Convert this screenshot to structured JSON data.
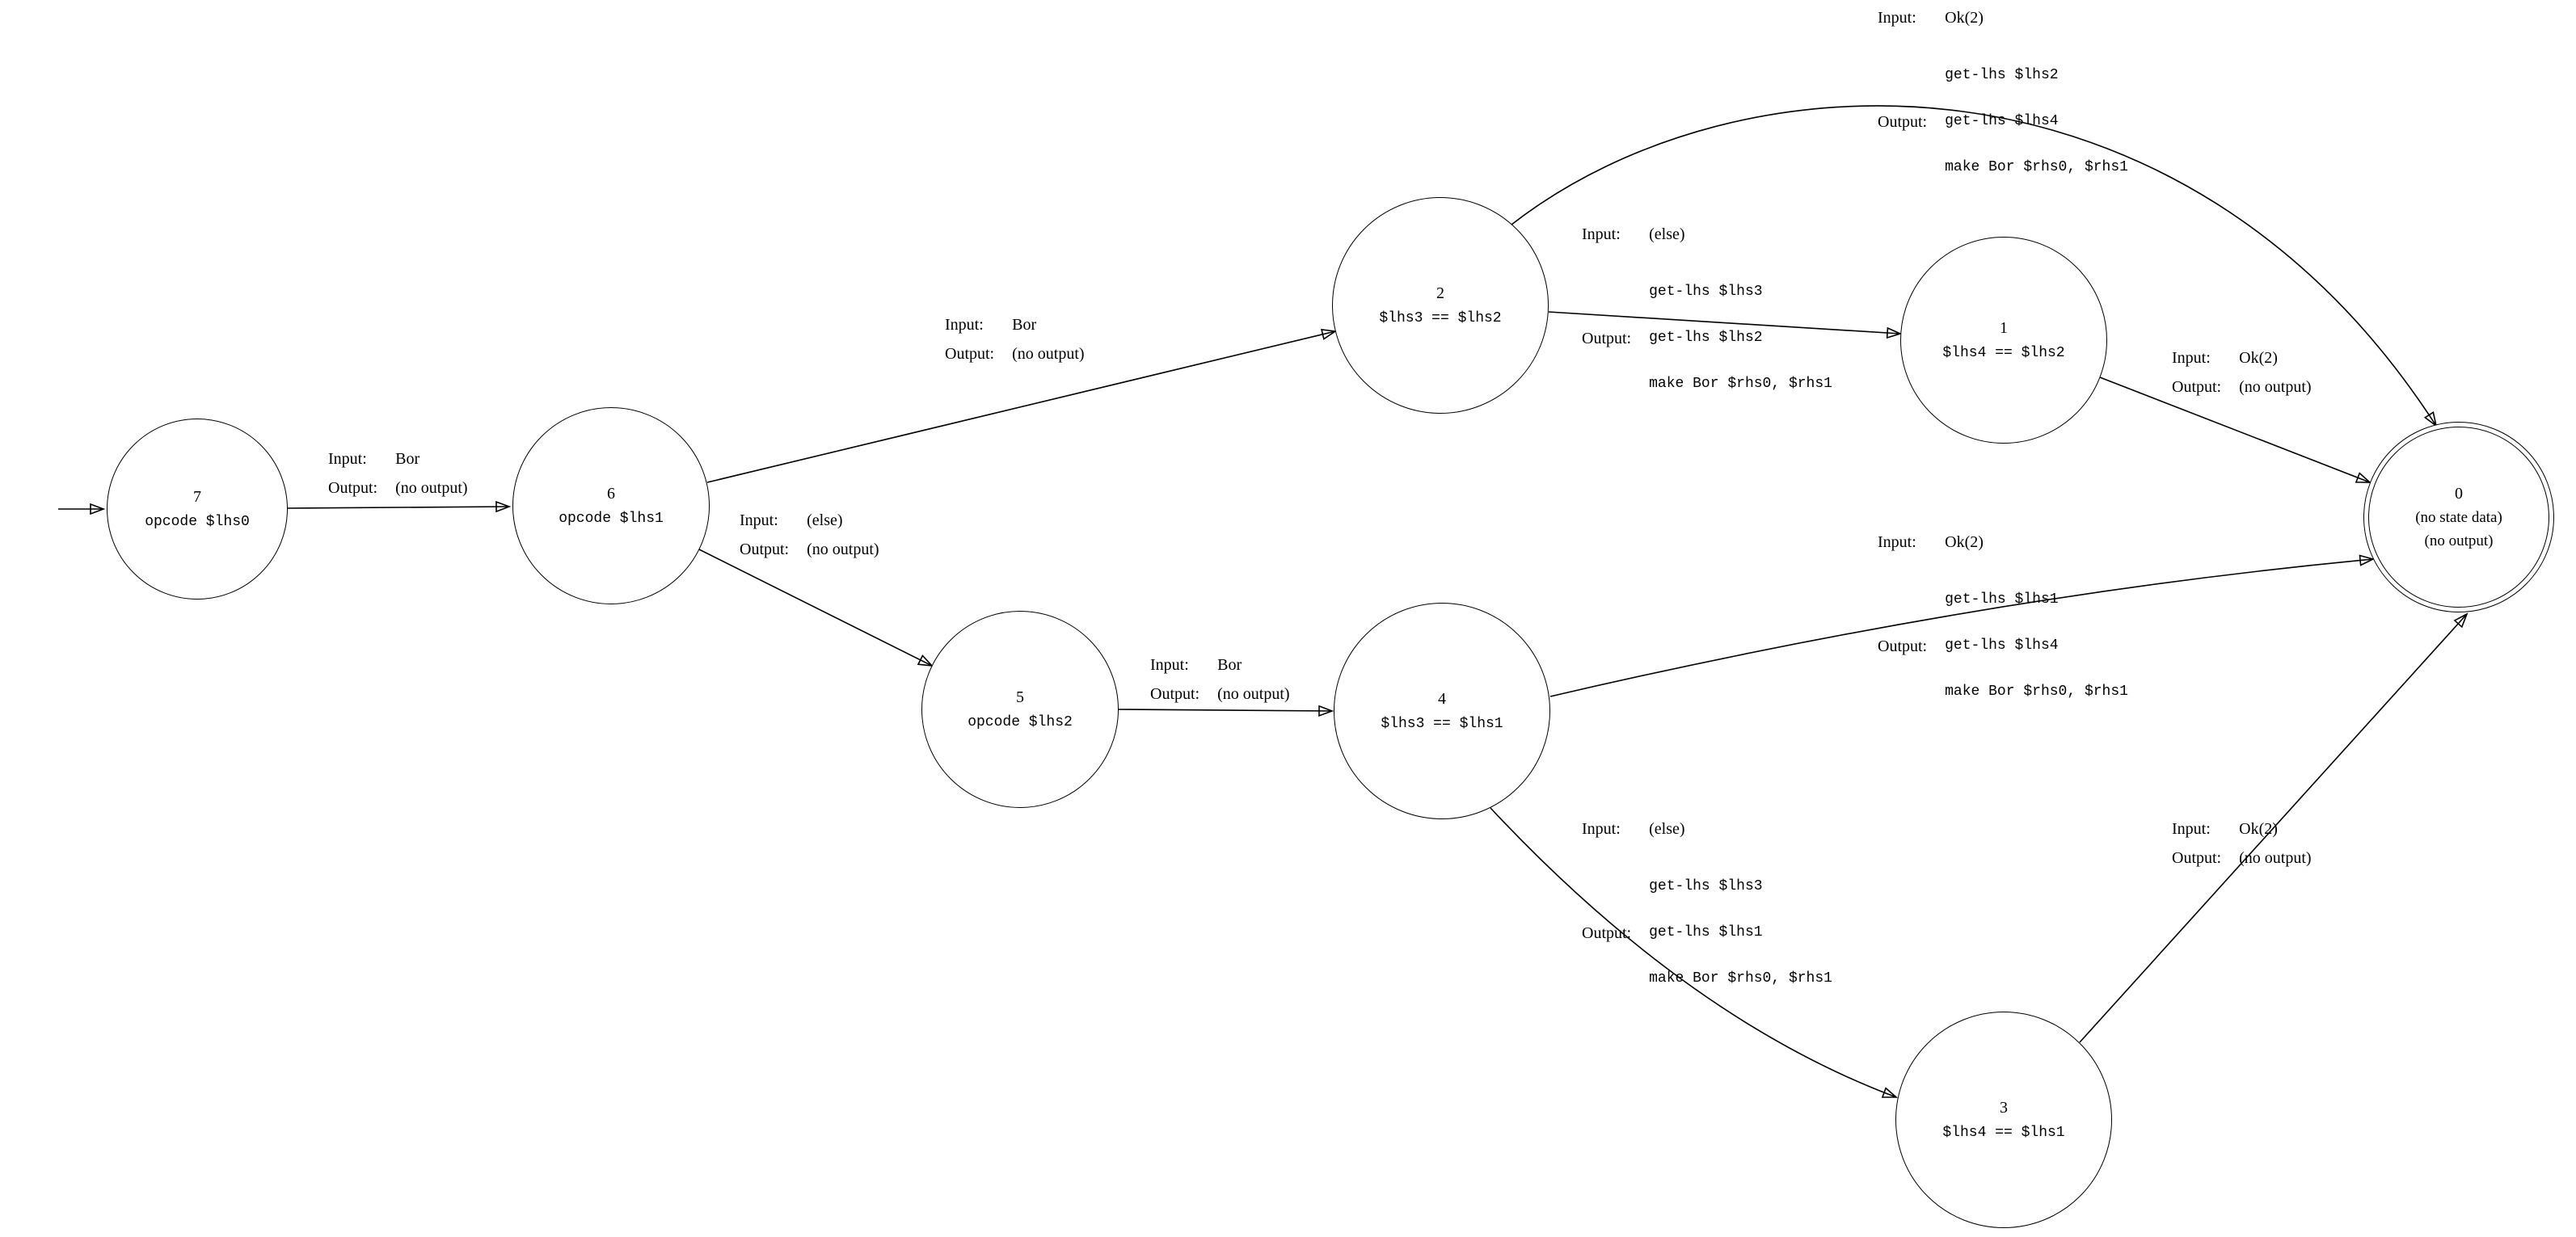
{
  "diagram": {
    "type": "state-machine",
    "keys": {
      "input": "Input:",
      "output": "Output:"
    },
    "nodes": {
      "n7": {
        "id": "7",
        "label": "opcode $lhs0"
      },
      "n6": {
        "id": "6",
        "label": "opcode $lhs1"
      },
      "n5": {
        "id": "5",
        "label": "opcode $lhs2"
      },
      "n2": {
        "id": "2",
        "label": "$lhs3 == $lhs2"
      },
      "n4": {
        "id": "4",
        "label": "$lhs3 == $lhs1"
      },
      "n1": {
        "id": "1",
        "label": "$lhs4 == $lhs2"
      },
      "n3": {
        "id": "3",
        "label": "$lhs4 == $lhs1"
      },
      "n0": {
        "id": "0",
        "line1": "(no state data)",
        "line2": "(no output)"
      }
    },
    "edges": {
      "e7_6": {
        "from": "7",
        "to": "6",
        "input": "Bor",
        "output": "(no output)"
      },
      "e6_2": {
        "from": "6",
        "to": "2",
        "input": "Bor",
        "output": "(no output)"
      },
      "e6_5": {
        "from": "6",
        "to": "5",
        "input": "(else)",
        "output": "(no output)"
      },
      "e2_0": {
        "from": "2",
        "to": "0",
        "input": "Ok(2)",
        "output_lines": [
          "get-lhs $lhs2",
          "get-lhs $lhs4",
          "make Bor $rhs0, $rhs1"
        ]
      },
      "e2_1": {
        "from": "2",
        "to": "1",
        "input": "(else)",
        "output_lines": [
          "get-lhs $lhs3",
          "get-lhs $lhs2",
          "make Bor $rhs0, $rhs1"
        ]
      },
      "e1_0": {
        "from": "1",
        "to": "0",
        "input": "Ok(2)",
        "output": "(no output)"
      },
      "e5_4": {
        "from": "5",
        "to": "4",
        "input": "Bor",
        "output": "(no output)"
      },
      "e4_0": {
        "from": "4",
        "to": "0",
        "input": "Ok(2)",
        "output_lines": [
          "get-lhs $lhs1",
          "get-lhs $lhs4",
          "make Bor $rhs0, $rhs1"
        ]
      },
      "e4_3": {
        "from": "4",
        "to": "3",
        "input": "(else)",
        "output_lines": [
          "get-lhs $lhs3",
          "get-lhs $lhs1",
          "make Bor $rhs0, $rhs1"
        ]
      },
      "e3_0": {
        "from": "3",
        "to": "0",
        "input": "Ok(2)",
        "output": "(no output)"
      }
    }
  }
}
